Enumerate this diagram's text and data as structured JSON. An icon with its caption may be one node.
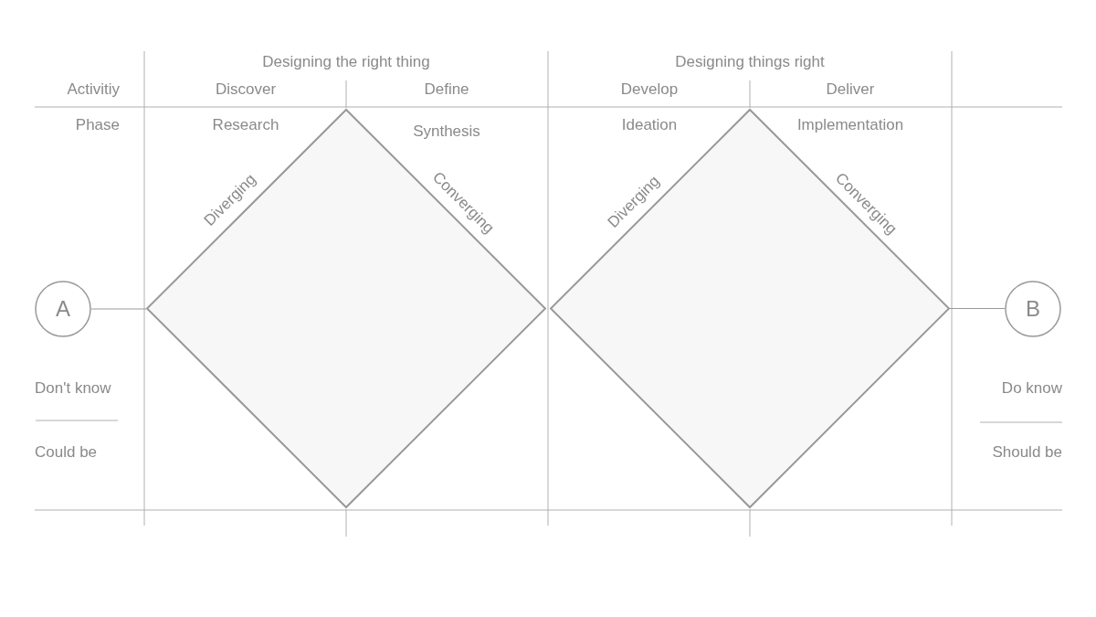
{
  "diagram": {
    "nodes": [
      {
        "text": [
          "A"
        ]
      },
      {
        "text": [],
        "shape": "diamond"
      },
      {
        "text": [],
        "shape": "diamond"
      },
      {
        "text": [
          "B"
        ]
      }
    ],
    "edges": [
      {
        "from": 0,
        "to": 1,
        "arrow": "none"
      },
      {
        "from": 2,
        "to": 3,
        "arrow": "none"
      }
    ],
    "labels": [
      "Designing the right thing",
      "Designing things right",
      "Activitiy",
      "Discover",
      "Define",
      "Develop",
      "Deliver",
      "Phase",
      "Research",
      "Synthesis",
      "Ideation",
      "Implementation",
      "Diverging",
      "Converging",
      "Diverging",
      "Converging",
      "Don't know",
      "Do know",
      "Could be",
      "Should be"
    ]
  }
}
